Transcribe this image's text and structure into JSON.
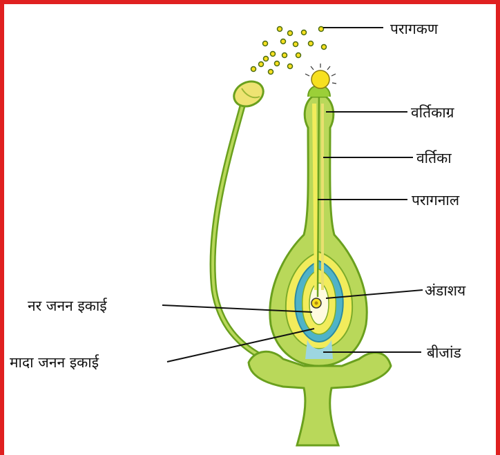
{
  "labels": {
    "pollen_grains": "परागकण",
    "stigma": "वर्तिकाग्र",
    "style": "वर्तिका",
    "pollen_tube": "परागनाल",
    "ovary": "अंडाशय",
    "ovule": "बीजांड",
    "male_germ_unit": "नर जनन इकाई",
    "female_germ_unit": "मादा जनन इकाई"
  },
  "colors": {
    "border": "#e02020",
    "green_dark": "#6aa01e",
    "green_light": "#b9d85a",
    "yellow": "#f2ec5c",
    "blue": "#4fb3c8",
    "pollen": "#f7e020"
  }
}
